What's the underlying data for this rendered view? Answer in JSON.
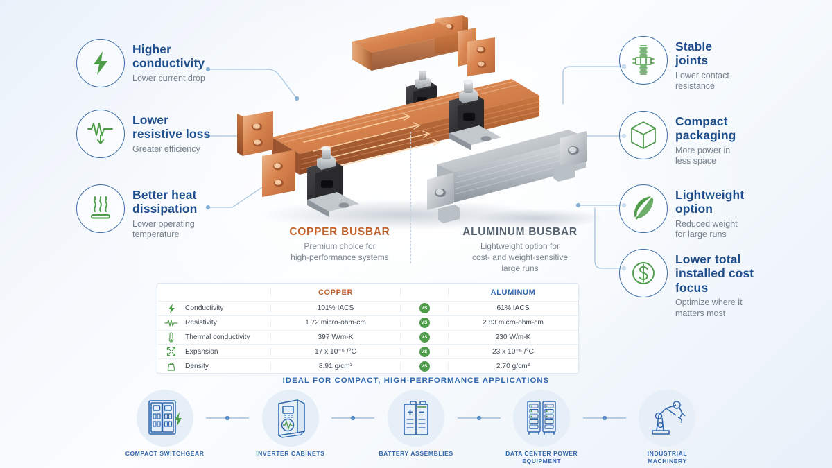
{
  "theme": {
    "blue_dark": "#1f4e8c",
    "blue_mid": "#2f66ad",
    "blue_line": "#a8c4e0",
    "green": "#4e9c4a",
    "copper_orange": "#c1622c",
    "grey_text": "#74808c",
    "bg_tint": "#eaf1fa"
  },
  "left_callouts": [
    {
      "icon": "lightning-bolt-icon",
      "title": "Higher\nconductivity",
      "sub": "Lower current drop"
    },
    {
      "icon": "resistance-waveform-down-icon",
      "title": "Lower\nresistive loss",
      "sub": "Greater efficiency"
    },
    {
      "icon": "heat-dissipation-icon",
      "title": "Better heat\ndissipation",
      "sub": "Lower operating\ntemperature"
    }
  ],
  "right_callouts": [
    {
      "icon": "bolt-nut-joint-icon",
      "title": "Stable\njoints",
      "sub": "Lower contact\nresistance"
    },
    {
      "icon": "cube-package-icon",
      "title": "Compact\npackaging",
      "sub": "More power in\nless space"
    },
    {
      "icon": "feather-icon",
      "title": "Lightweight\noption",
      "sub": "Reduced weight\nfor large runs"
    },
    {
      "icon": "dollar-coin-icon",
      "title": "Lower total\ninstalled cost focus",
      "sub": "Optimize where it\nmatters most"
    }
  ],
  "products": {
    "copper": {
      "name": "COPPER BUSBAR",
      "desc": "Premium choice for\nhigh-performance systems"
    },
    "aluminum": {
      "name": "ALUMINUM BUSBAR",
      "desc": "Lightweight option for\ncost- and weight-sensitive\nlarge runs"
    }
  },
  "table": {
    "headers": {
      "property": "",
      "copper": "COPPER",
      "vs": "",
      "aluminum": "ALUMINUM"
    },
    "vs_badge": "VS",
    "rows": [
      {
        "icon": "lightning-bolt-icon",
        "label": "Conductivity",
        "copper": "101% IACS",
        "aluminum": "61% IACS"
      },
      {
        "icon": "resistance-waveform-icon",
        "label": "Resistivity",
        "copper": "1.72 micro-ohm-cm",
        "aluminum": "2.83 micro-ohm-cm"
      },
      {
        "icon": "thermometer-icon",
        "label": "Thermal conductivity",
        "copper": "397 W/m-K",
        "aluminum": "230 W/m-K"
      },
      {
        "icon": "expand-arrows-icon",
        "label": "Expansion",
        "copper": "17 x 10⁻⁶ /°C",
        "aluminum": "23 x 10⁻⁶ /°C"
      },
      {
        "icon": "weight-icon",
        "label": "Density",
        "copper": "8.91 g/cm³",
        "aluminum": "2.70 g/cm³"
      }
    ]
  },
  "applications": {
    "title": "IDEAL FOR COMPACT, HIGH-PERFORMANCE APPLICATIONS",
    "items": [
      {
        "icon": "switchgear-cabinet-icon",
        "label": "COMPACT SWITCHGEAR"
      },
      {
        "icon": "inverter-cabinet-icon",
        "label": "INVERTER CABINETS"
      },
      {
        "icon": "battery-pair-icon",
        "label": "BATTERY ASSEMBLIES"
      },
      {
        "icon": "server-rack-icon",
        "label": "DATA CENTER POWER\nEQUIPMENT"
      },
      {
        "icon": "robot-arm-icon",
        "label": "INDUSTRIAL\nMACHINERY"
      }
    ]
  }
}
